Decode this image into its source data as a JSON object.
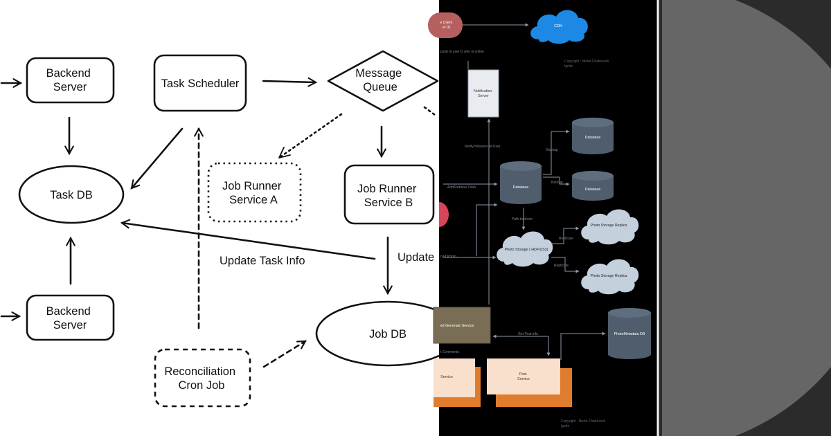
{
  "sketch_diagram": {
    "nodes": {
      "backend_server_top": "Backend\nServer",
      "task_scheduler": "Task Scheduler",
      "message_queue": "Message\nQueue",
      "task_db": "Task DB",
      "job_runner_a": "Job Runner\nService A",
      "job_runner_b": "Job Runner\nService B",
      "backend_server_bottom": "Backend\nServer",
      "job_db": "Job DB",
      "reconciliation": "Reconciliation\nCron Job"
    },
    "edge_labels": {
      "update_task_info": "Update Task Info",
      "update": "Update"
    }
  },
  "dark_diagram": {
    "nodes": {
      "client": "e Client\ner 01",
      "cdn": "CDN",
      "notification_server": "Notification\nServer",
      "database_main": "Database",
      "database_replica_1": "Database",
      "database_replica_2": "Database",
      "photo_storage": "Photo Storage ( HDFS/S3)",
      "photo_replica_1": "Photo Storage Replica",
      "photo_replica_2": "Photo Storage Replica",
      "feed_service": "ed Generate Service",
      "post_service": "Post\nService",
      "left_service": "Service",
      "photo_metadata_db": "PhotoMetadata DB"
    },
    "edge_labels": {
      "push": "push to user D who is online",
      "notify": "Notify followers of User",
      "add_retrieve": "Add/Retrieve Data",
      "backup_1": "Backup",
      "backup_2": "Backup",
      "path_to_photo": "Path to photo",
      "replicate_1": "Replicate",
      "replicate_2": "Replicate",
      "upload_photo": "oad Photo",
      "get_post_info": "Get Post info",
      "comments": "t Comments"
    },
    "copyright_1": "Copyright : Nisha Chaturvedi\nIgnite",
    "copyright_2": "Copyright : Nisha Chaturvedi\nIgnite"
  },
  "colors": {
    "dark_bg": "#000000",
    "db_cylinder": "#4f5d6c",
    "cloud": "#c5d0dd",
    "cdn": "#1e88e5",
    "client": "#b5605f",
    "feed_service": "#7a6d55",
    "post_service": "#f9e0cc",
    "post_shadow": "#e07c2e",
    "gray_panel": "#2b2b2b",
    "gray_disc": "#666666"
  }
}
